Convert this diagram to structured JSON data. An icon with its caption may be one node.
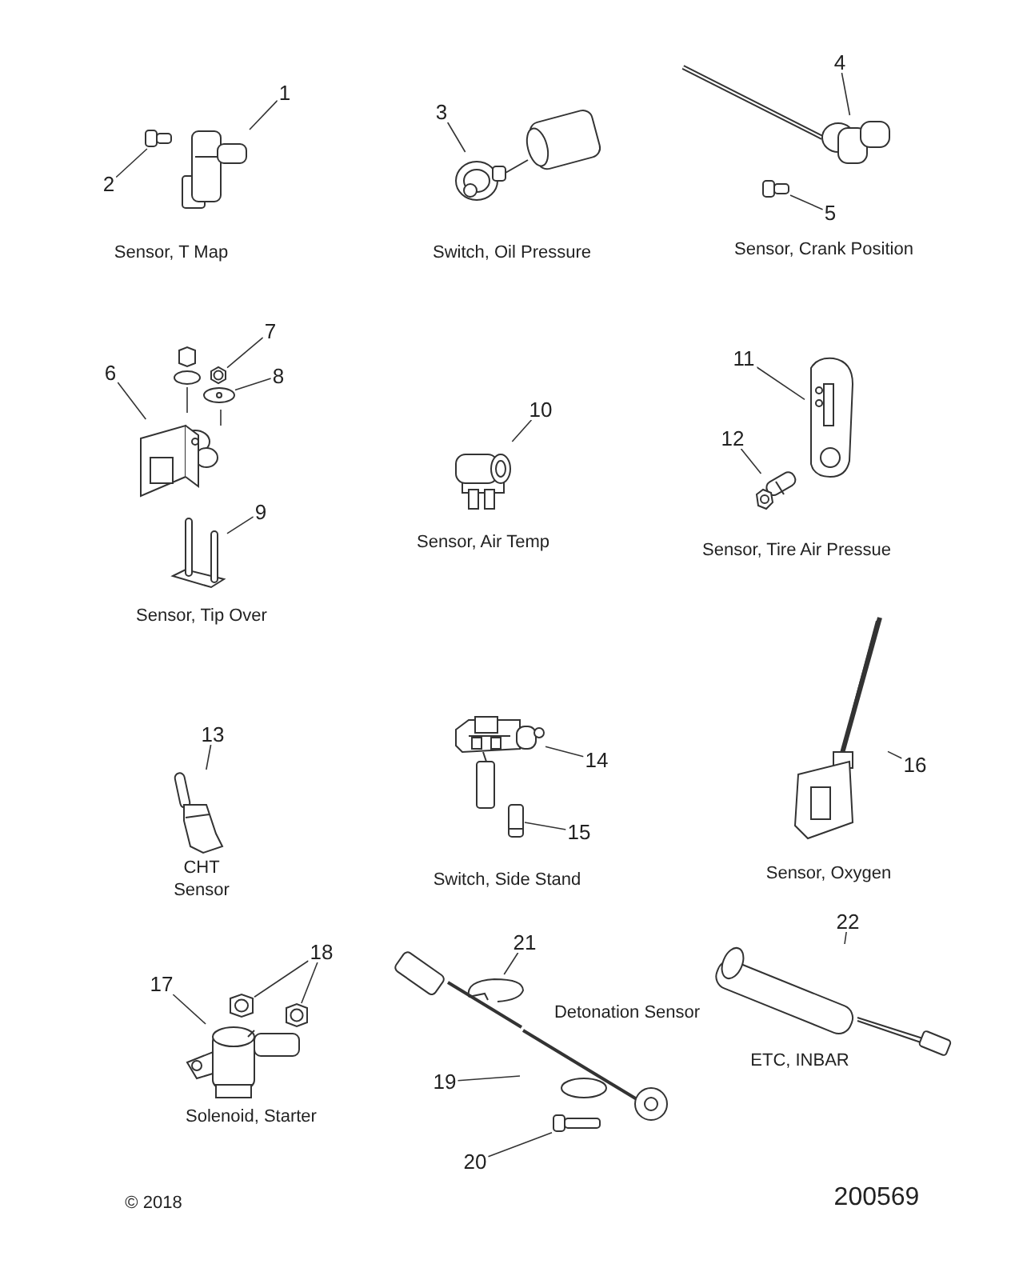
{
  "diagram": {
    "nodes": [
      {
        "text": [
          "1"
        ]
      },
      {
        "text": [
          "2"
        ]
      },
      {
        "text": [
          "3"
        ]
      },
      {
        "text": [
          "4"
        ]
      },
      {
        "text": [
          "5"
        ]
      },
      {
        "text": [
          "6"
        ]
      },
      {
        "text": [
          "7"
        ]
      },
      {
        "text": [
          "8"
        ]
      },
      {
        "text": [
          "9"
        ]
      },
      {
        "text": [
          "10"
        ]
      },
      {
        "text": [
          "11"
        ]
      },
      {
        "text": [
          "12"
        ]
      },
      {
        "text": [
          "13"
        ]
      },
      {
        "text": [
          "14"
        ]
      },
      {
        "text": [
          "15"
        ]
      },
      {
        "text": [
          "16"
        ]
      },
      {
        "text": [
          "17"
        ]
      },
      {
        "text": [
          "18"
        ]
      },
      {
        "text": [
          "19"
        ]
      },
      {
        "text": [
          "20"
        ]
      },
      {
        "text": [
          "21"
        ]
      },
      {
        "text": [
          "22"
        ]
      },
      {
        "text": [],
        "shape": "picture"
      },
      {
        "text": [],
        "shape": "picture"
      },
      {
        "text": [],
        "shape": "picture"
      },
      {
        "text": [],
        "shape": "picture"
      },
      {
        "text": [],
        "shape": "picture"
      },
      {
        "text": [],
        "shape": "picture"
      },
      {
        "text": [],
        "shape": "picture"
      },
      {
        "text": [],
        "shape": "picture"
      },
      {
        "text": [],
        "shape": "picture"
      },
      {
        "text": [],
        "shape": "picture"
      },
      {
        "text": [],
        "shape": "picture"
      },
      {
        "text": [],
        "shape": "picture"
      },
      {
        "text": [],
        "shape": "picture",
        "beside": [
          "CHT Sensor"
        ]
      },
      {
        "text": [],
        "shape": "picture"
      },
      {
        "text": [],
        "shape": "picture"
      },
      {
        "text": [],
        "shape": "picture"
      },
      {
        "text": [],
        "shape": "picture",
        "beside": [
          "Solenoid, Starter"
        ]
      },
      {
        "text": [],
        "shape": "picture"
      },
      {
        "text": [],
        "shape": "picture"
      },
      {
        "text": [],
        "shape": "picture"
      },
      {
        "text": [],
        "shape": "picture"
      },
      {
        "text": [],
        "shape": "picture"
      },
      {
        "text": [],
        "shape": "picture"
      }
    ],
    "edges": [
      {
        "from": 0,
        "to": 22,
        "arrow": "none"
      },
      {
        "from": 1,
        "to": 23,
        "arrow": "none"
      },
      {
        "from": 2,
        "to": 24,
        "arrow": "none"
      },
      {
        "from": 3,
        "to": 25,
        "arrow": "none"
      },
      {
        "from": 4,
        "to": 26,
        "arrow": "none"
      },
      {
        "from": 5,
        "to": 27,
        "arrow": "none"
      },
      {
        "from": 6,
        "to": 28,
        "arrow": "none"
      },
      {
        "from": 7,
        "to": 29,
        "arrow": "none"
      },
      {
        "from": 8,
        "to": 30,
        "arrow": "none"
      },
      {
        "from": 9,
        "to": 31,
        "arrow": "none"
      },
      {
        "from": 10,
        "to": 32,
        "arrow": "none"
      },
      {
        "from": 11,
        "to": 33,
        "arrow": "none"
      },
      {
        "from": 12,
        "to": 34,
        "arrow": "none"
      },
      {
        "from": 13,
        "to": 35,
        "arrow": "none"
      },
      {
        "from": 14,
        "to": 36,
        "arrow": "none"
      },
      {
        "from": 15,
        "to": 37,
        "arrow": "none"
      },
      {
        "from": 16,
        "to": 38,
        "arrow": "none"
      },
      {
        "from": 17,
        "to": 39,
        "arrow": "none"
      },
      {
        "from": 17,
        "to": 40,
        "arrow": "none"
      },
      {
        "from": 18,
        "to": 41,
        "arrow": "none"
      },
      {
        "from": 19,
        "to": 42,
        "arrow": "none"
      },
      {
        "from": 20,
        "to": 43,
        "arrow": "none"
      },
      {
        "from": 21,
        "to": 44,
        "arrow": "none"
      }
    ],
    "labels": [
      "Sensor, T Map",
      "Switch, Oil Pressure",
      "Sensor, Crank Position",
      "Sensor, Tip Over",
      "Sensor, Air Temp",
      "Sensor, Tire Air Pressue",
      "Switch, Side Stand",
      "Sensor, Oxygen",
      "Detonation Sensor",
      "ETC, INBAR",
      "© 2018",
      "200569"
    ]
  }
}
